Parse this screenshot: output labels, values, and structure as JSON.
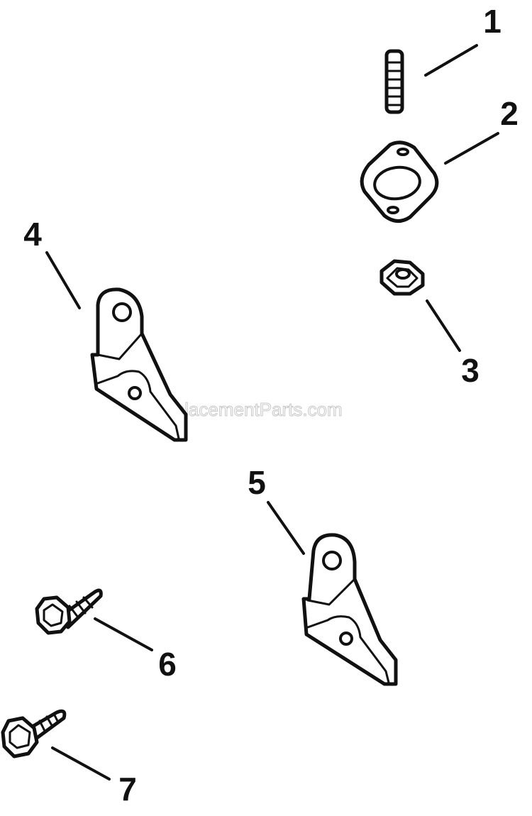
{
  "watermark": "eReplacementParts.com",
  "callouts": {
    "c1": "1",
    "c2": "2",
    "c3": "3",
    "c4": "4",
    "c5": "5",
    "c6": "6",
    "c7": "7"
  },
  "colors": {
    "ink": "#111111",
    "background": "#ffffff"
  }
}
